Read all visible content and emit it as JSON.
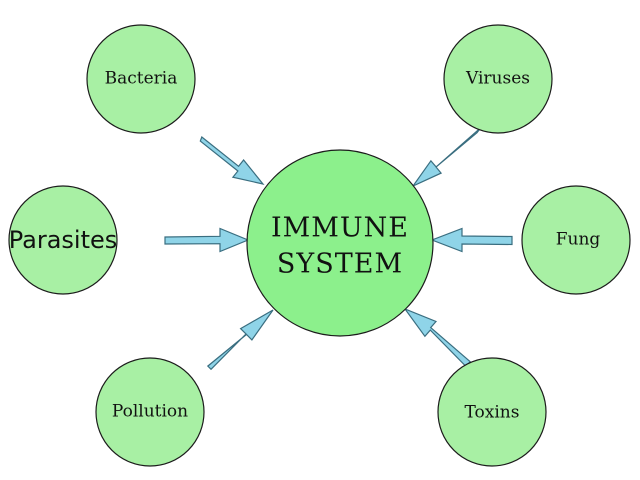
{
  "diagram": {
    "center": {
      "line1": "IMMUNE",
      "line2": "SYSTEM"
    },
    "nodes": {
      "bacteria": "Bacteria",
      "viruses": "Viruses",
      "parasites": "Parasites",
      "fung": "Fung",
      "pollution": "Pollution",
      "toxins": "Toxins"
    }
  },
  "colors": {
    "node_fill": "#a8f0a4",
    "center_fill": "#8cf08c",
    "arrow_fill": "#8fd4e8",
    "arrow_stroke": "#3a6e80"
  }
}
